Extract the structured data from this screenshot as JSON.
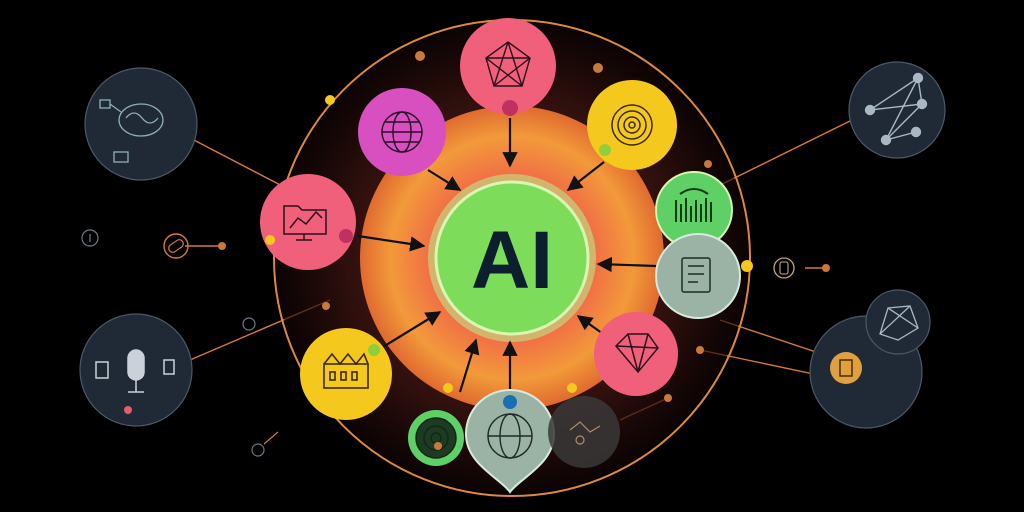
{
  "center": {
    "label": "AI",
    "fill": "#7ddc5a",
    "ring": "#b9f08a",
    "text_color": "#0b1f2e"
  },
  "colors": {
    "background": "#000000",
    "outer_ring": "#e0883a",
    "glow_inner": "#f0604a",
    "glow_outer": "#f29a3a",
    "pink": "#f0607a",
    "magenta": "#d84fc0",
    "yellow": "#f5c81e",
    "green": "#5fd066",
    "sage": "#9bb3a4",
    "dark_node": "#1f2a36",
    "connector": "#d9773a",
    "arrow": "#111111"
  },
  "nodes": [
    {
      "name": "network-node-top",
      "icon": "network-icon",
      "color": "pink"
    },
    {
      "name": "globe-node",
      "icon": "globe-icon",
      "color": "magenta"
    },
    {
      "name": "spiral-node",
      "icon": "spiral-icon",
      "color": "yellow"
    },
    {
      "name": "folder-chart-node",
      "icon": "folder-chart-icon",
      "color": "pink"
    },
    {
      "name": "barcode-node",
      "icon": "bar-chart-icon",
      "color": "green"
    },
    {
      "name": "document-node",
      "icon": "document-icon",
      "color": "sage"
    },
    {
      "name": "factory-node",
      "icon": "factory-icon",
      "color": "yellow"
    },
    {
      "name": "gem-node",
      "icon": "gem-icon",
      "color": "pink"
    },
    {
      "name": "globe-pin-node",
      "icon": "globe-pin-icon",
      "color": "sage"
    },
    {
      "name": "green-radar-node",
      "icon": "radar-icon",
      "color": "green"
    },
    {
      "name": "faded-node",
      "icon": "circuit-icon",
      "color": "dark_node"
    }
  ],
  "satellites": [
    {
      "name": "brain-satellite",
      "icon": "brain-icon"
    },
    {
      "name": "network-satellite",
      "icon": "network-icon"
    },
    {
      "name": "microphone-satellite",
      "icon": "microphone-icon"
    },
    {
      "name": "badge-satellite",
      "icon": "badge-icon"
    },
    {
      "name": "polygon-satellite",
      "icon": "polygon-icon"
    }
  ]
}
